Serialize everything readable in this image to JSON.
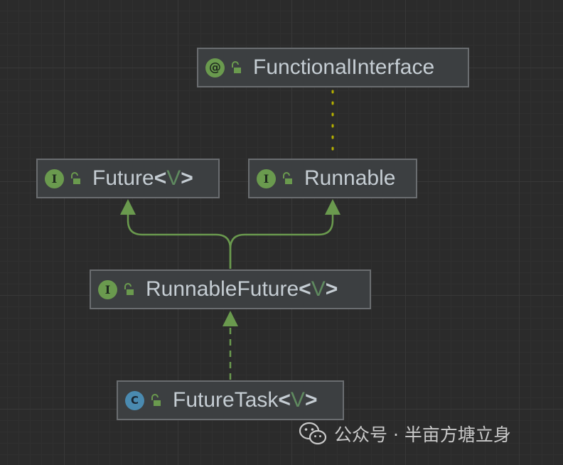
{
  "colors": {
    "background": "#2b2b2b",
    "node_fill": "#3c3f41",
    "node_border": "#6a6d70",
    "arrow_green": "#6a9a4e",
    "dependency_dots": "#b5b000",
    "interface_badge": "#6a9a4e",
    "class_badge": "#4a8ab0",
    "type_param": "#5f8a5f"
  },
  "nodes": {
    "functional_interface": {
      "badge": "@",
      "kind": "annotation",
      "name": "FunctionalInterface",
      "type_param": ""
    },
    "future": {
      "badge": "I",
      "kind": "interface",
      "name": "Future",
      "type_param": "V"
    },
    "runnable": {
      "badge": "I",
      "kind": "interface",
      "name": "Runnable",
      "type_param": ""
    },
    "runnable_future": {
      "badge": "I",
      "kind": "interface",
      "name": "RunnableFuture",
      "type_param": "V"
    },
    "future_task": {
      "badge": "C",
      "kind": "class",
      "name": "FutureTask",
      "type_param": "V"
    }
  },
  "symbols": {
    "open_angle": "<",
    "close_angle": ">"
  },
  "edges": [
    {
      "from": "runnable",
      "to": "functional_interface",
      "style": "dotted"
    },
    {
      "from": "runnable_future",
      "to": "future",
      "style": "solid-arrow"
    },
    {
      "from": "runnable_future",
      "to": "runnable",
      "style": "solid-arrow"
    },
    {
      "from": "future_task",
      "to": "runnable_future",
      "style": "dashed-arrow"
    }
  ],
  "watermark": {
    "icon": "wechat-icon",
    "text": "公众号 · 半亩方塘立身"
  }
}
